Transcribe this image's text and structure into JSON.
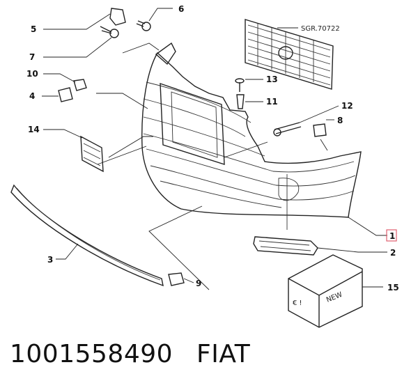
{
  "diagram": {
    "reference_code": "SGR.70722",
    "callouts": [
      "1",
      "2",
      "3",
      "4",
      "5",
      "6",
      "7",
      "8",
      "9",
      "10",
      "11",
      "12",
      "13",
      "14",
      "15"
    ],
    "new_box_label": "NEW",
    "new_box_symbol": "€ !"
  },
  "footer": {
    "part_number": "1001558490",
    "brand": "FIAT"
  },
  "colors": {
    "line": "#222222",
    "highlight_box": "#e06070",
    "background": "#ffffff"
  }
}
